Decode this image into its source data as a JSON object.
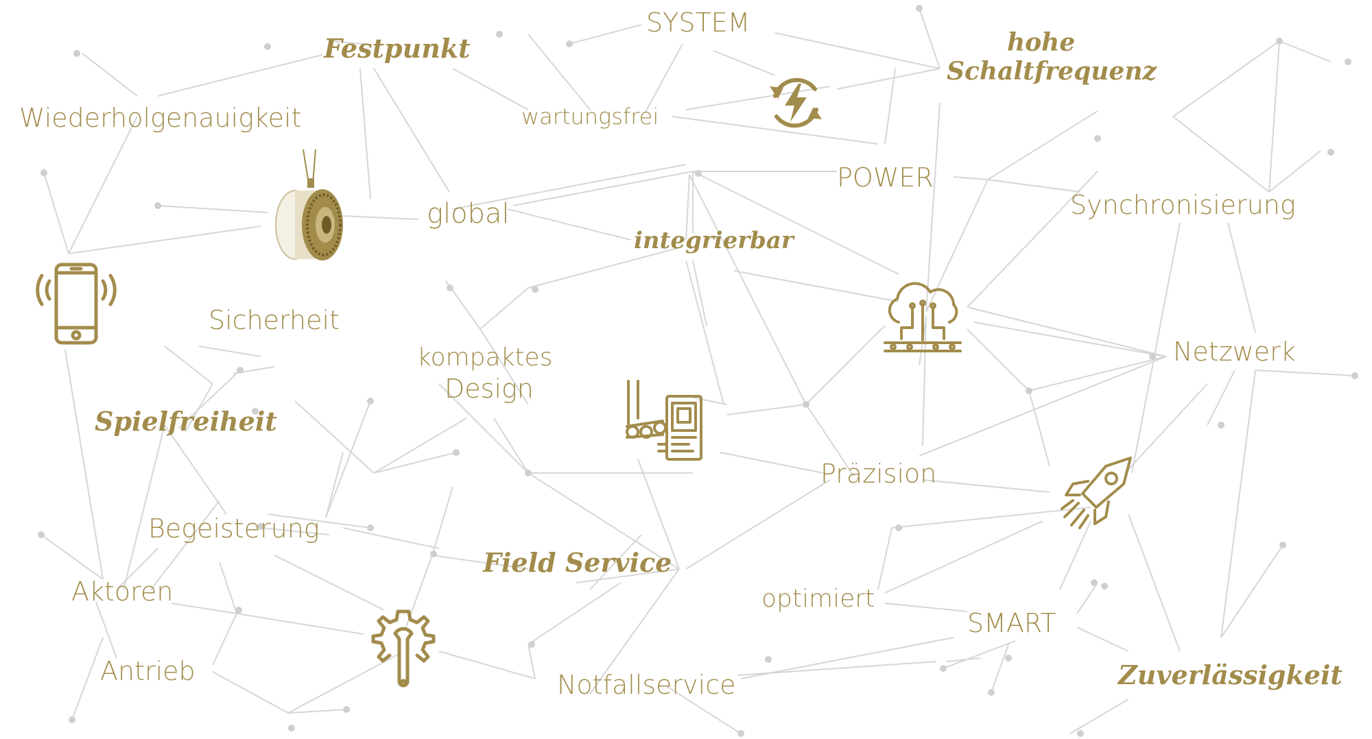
{
  "colors": {
    "accent": "#a28c4c",
    "line": "#d6d6d6",
    "dot": "#cfcfcf",
    "background": "#ffffff"
  },
  "words": {
    "system": "SYSTEM",
    "festpunkt": "Festpunkt",
    "hohe": "hohe",
    "schaltfrequenz": "Schaltfrequenz",
    "wiederholgenauigkeit": "Wiederholgenauigkeit",
    "wartungsfrei": "wartungsfrei",
    "power": "POWER",
    "global": "global",
    "synchronisierung": "Synchronisierung",
    "integrierbar": "integrierbar",
    "sicherheit": "Sicherheit",
    "kompaktes": "kompaktes",
    "design": "Design",
    "netzwerk": "Netzwerk",
    "spielfreiheit": "Spielfreiheit",
    "praezision": "Präzision",
    "begeisterung": "Begeisterung",
    "field_service": "Field Service",
    "aktoren": "Aktoren",
    "optimiert": "optimiert",
    "smart": "SMART",
    "antrieb": "Antrieb",
    "notfallservice": "Notfallservice",
    "zuverlaessigkeit": "Zuverlässigkeit"
  },
  "icons": [
    "power-cycle-icon",
    "brake-clutch-product-icon",
    "smartphone-signal-icon",
    "cloud-circuit-icon",
    "conveyor-machine-icon",
    "rocket-icon",
    "gear-wrench-icon"
  ]
}
